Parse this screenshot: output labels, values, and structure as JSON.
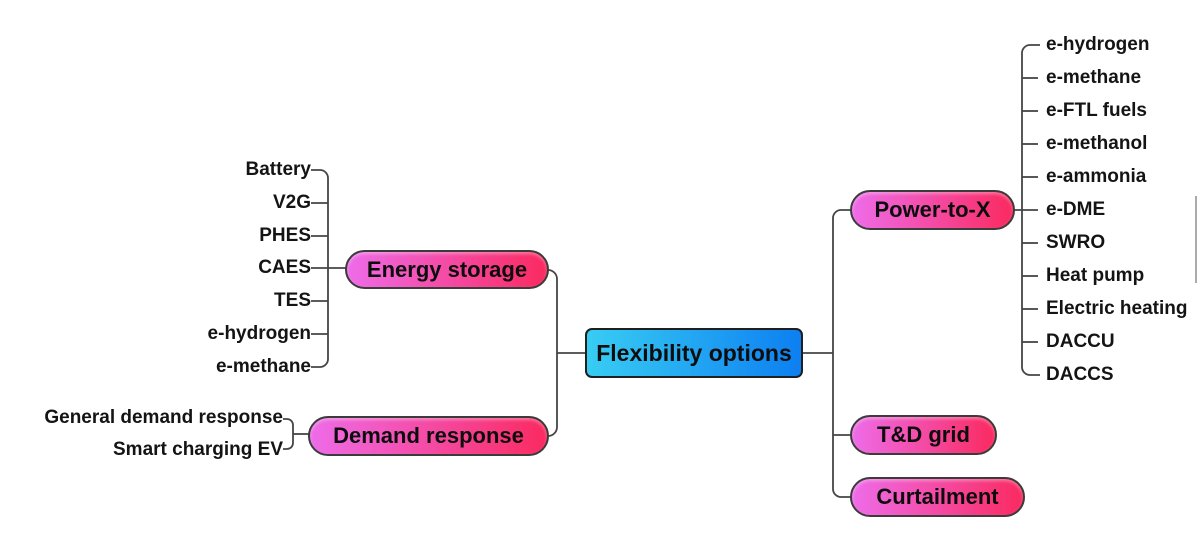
{
  "diagram": {
    "center": {
      "label": "Flexibility options"
    },
    "left_branches": [
      {
        "label": "Energy storage",
        "children": [
          "Battery",
          "V2G",
          "PHES",
          "CAES",
          "TES",
          "e-hydrogen",
          "e-methane"
        ]
      },
      {
        "label": "Demand response",
        "children": [
          "General demand response",
          "Smart charging EV"
        ]
      }
    ],
    "right_branches": [
      {
        "label": "Power-to-X",
        "children": [
          "e-hydrogen",
          "e-methane",
          "e-FTL fuels",
          "e-methanol",
          "e-ammonia",
          "e-DME",
          "SWRO",
          "Heat pump",
          "Electric heating",
          "DACCU",
          "DACCS"
        ]
      },
      {
        "label": "T&D grid",
        "children": []
      },
      {
        "label": "Curtailment",
        "children": []
      }
    ],
    "colors": {
      "branch_gradient_from": "#ee6ce9",
      "branch_gradient_to": "#fa2a60",
      "center_gradient_from": "#38cdf3",
      "center_gradient_to": "#0d7ff1",
      "line": "#454545",
      "text": "#141414"
    }
  }
}
